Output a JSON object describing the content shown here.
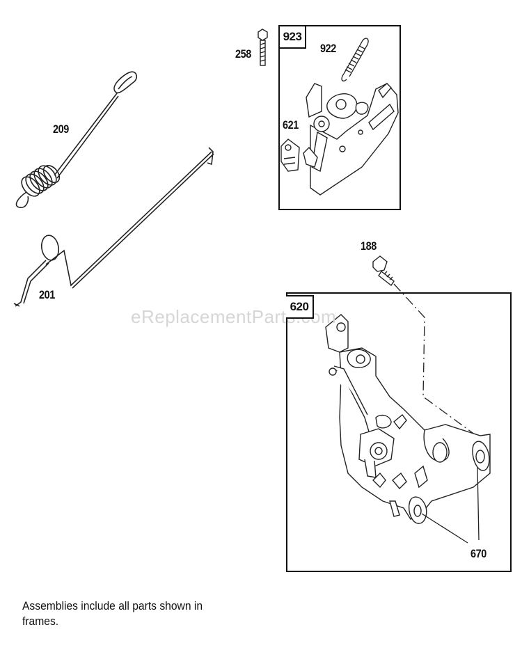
{
  "watermark": "eReplacementParts.com",
  "labels": {
    "p209": "209",
    "p201": "201",
    "p258": "258",
    "p923": "923",
    "p922": "922",
    "p621": "621",
    "p188": "188",
    "p620": "620",
    "p670": "670"
  },
  "footnote": "Assemblies include all parts shown in frames."
}
